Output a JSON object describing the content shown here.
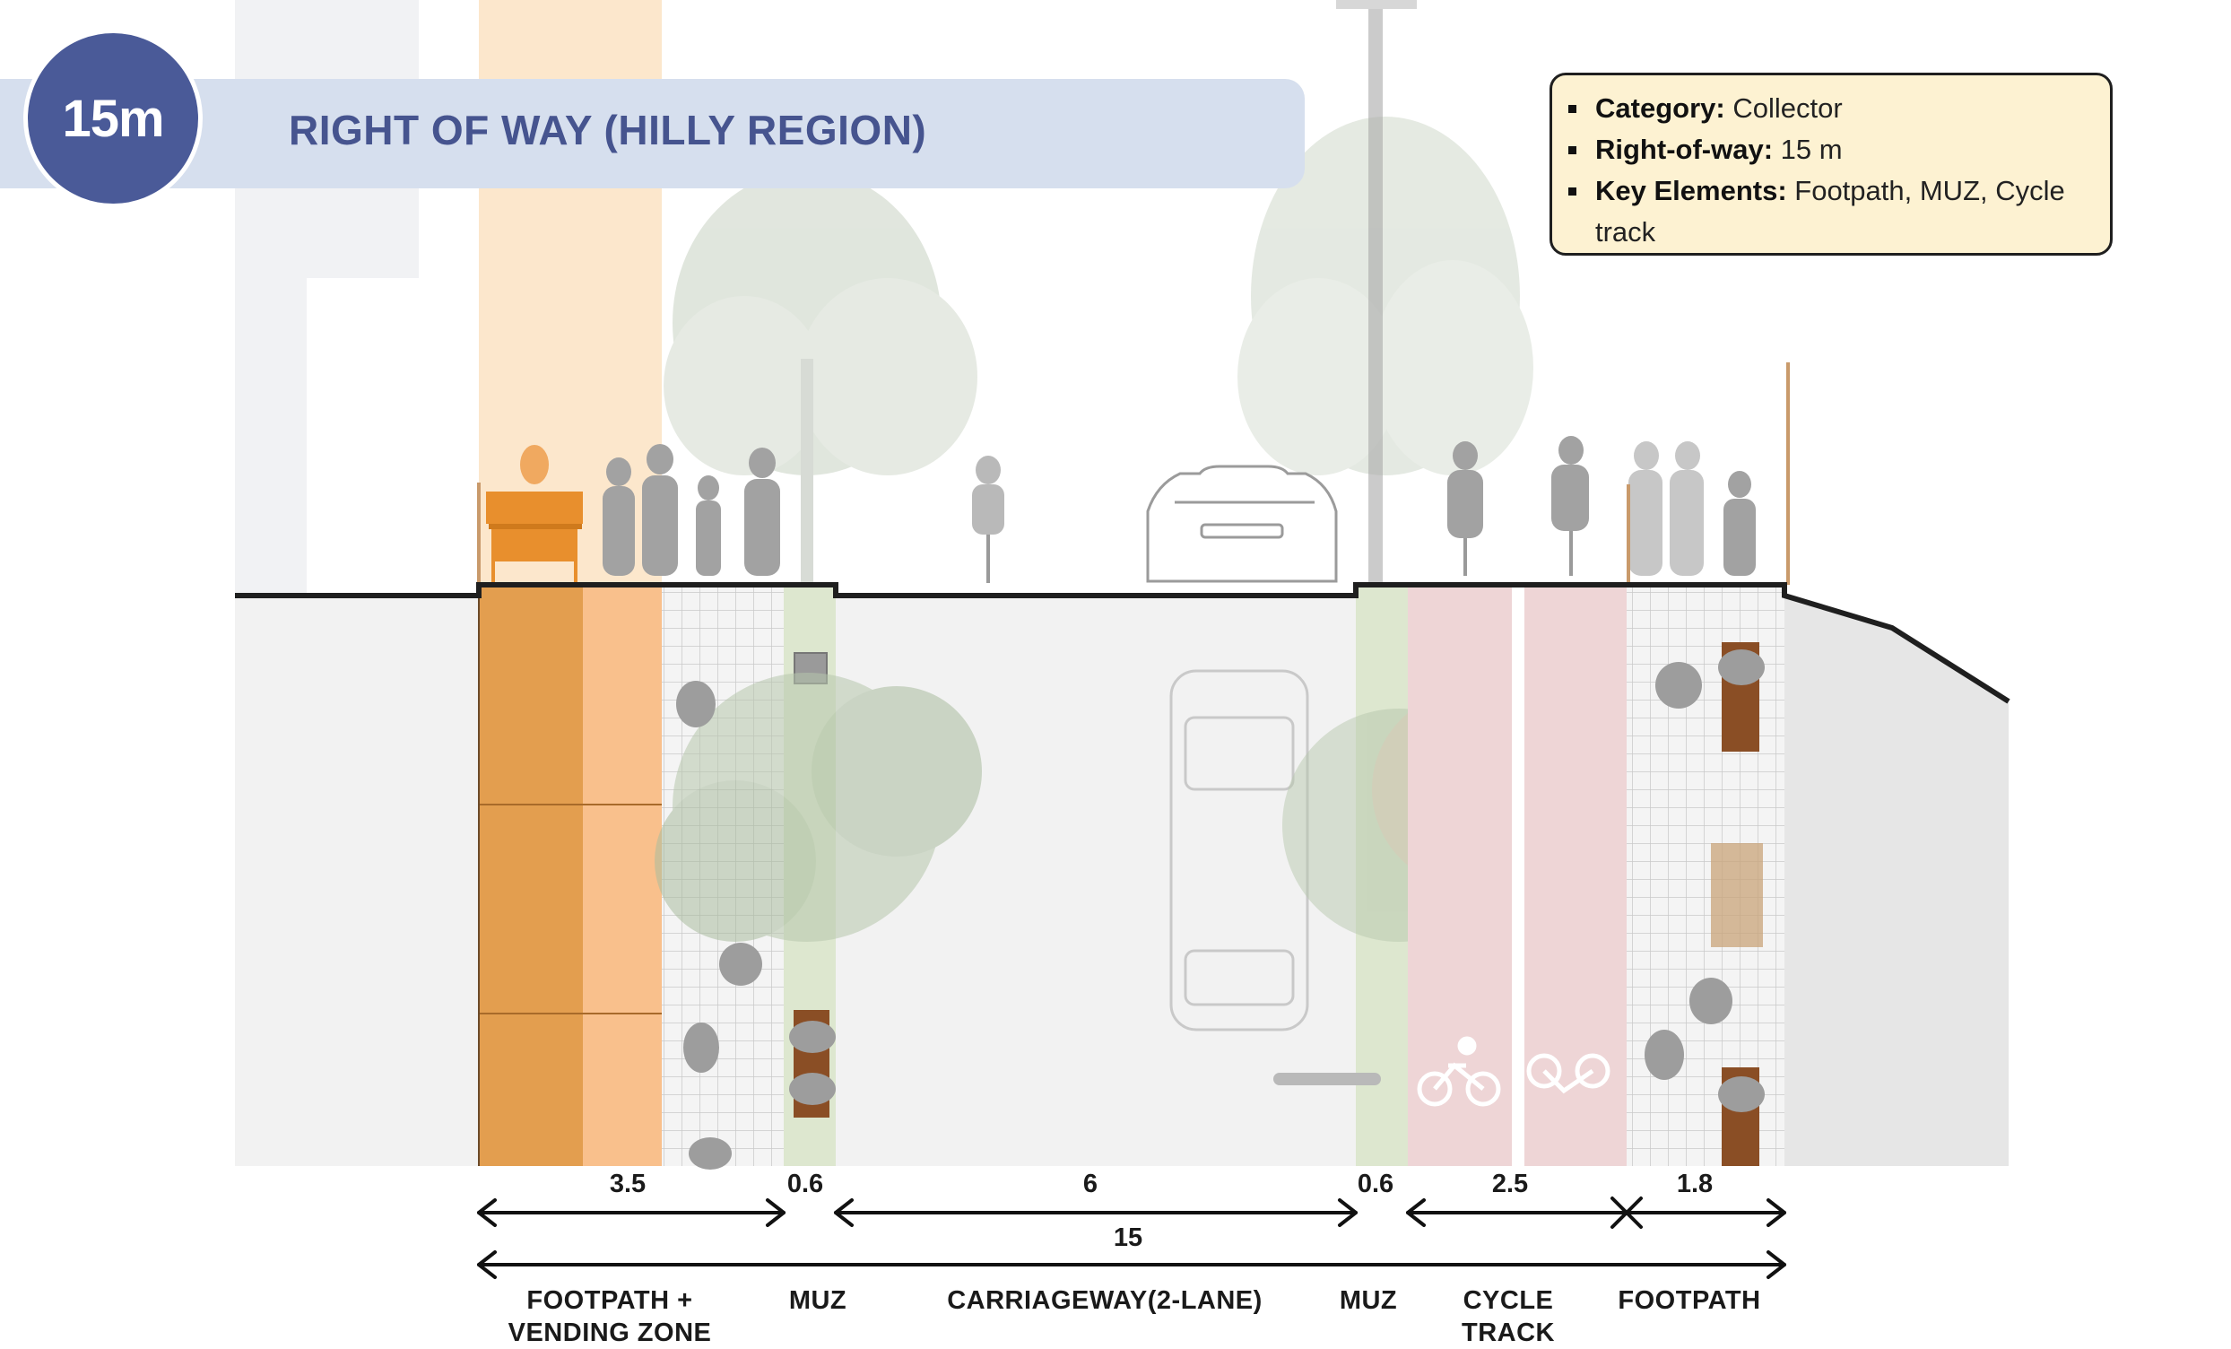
{
  "header": {
    "badge": "15m",
    "title": "RIGHT OF WAY (HILLY REGION)"
  },
  "info": {
    "category_label": "Category:",
    "category_value": "Collector",
    "row_label": "Right-of-way:",
    "row_value": "15 m",
    "elements_label": "Key Elements:",
    "elements_value": "Footpath, MUZ, Cycle track"
  },
  "dimensions": {
    "footpath_vending": "3.5",
    "muz_left": "0.6",
    "carriageway": "6",
    "muz_right": "0.6",
    "cycle_track": "2.5",
    "footpath": "1.8",
    "total": "15"
  },
  "zones": {
    "footpath_vending_line1": "FOOTPATH +",
    "footpath_vending_line2": "VENDING ZONE",
    "muz_left": "MUZ",
    "carriageway": "CARRIAGEWAY(2-LANE)",
    "muz_right": "MUZ",
    "cycle_line1": "CYCLE",
    "cycle_line2": "TRACK",
    "footpath": "FOOTPATH"
  },
  "colors": {
    "badge": "#4a5a98",
    "title_bar": "#d6dfee",
    "vending_dark": "#e39e4f",
    "vending_light": "#f9c08c",
    "cycle_track": "#eed5d6",
    "muz": "#dde7cf",
    "info_box": "#fdf2d2"
  }
}
